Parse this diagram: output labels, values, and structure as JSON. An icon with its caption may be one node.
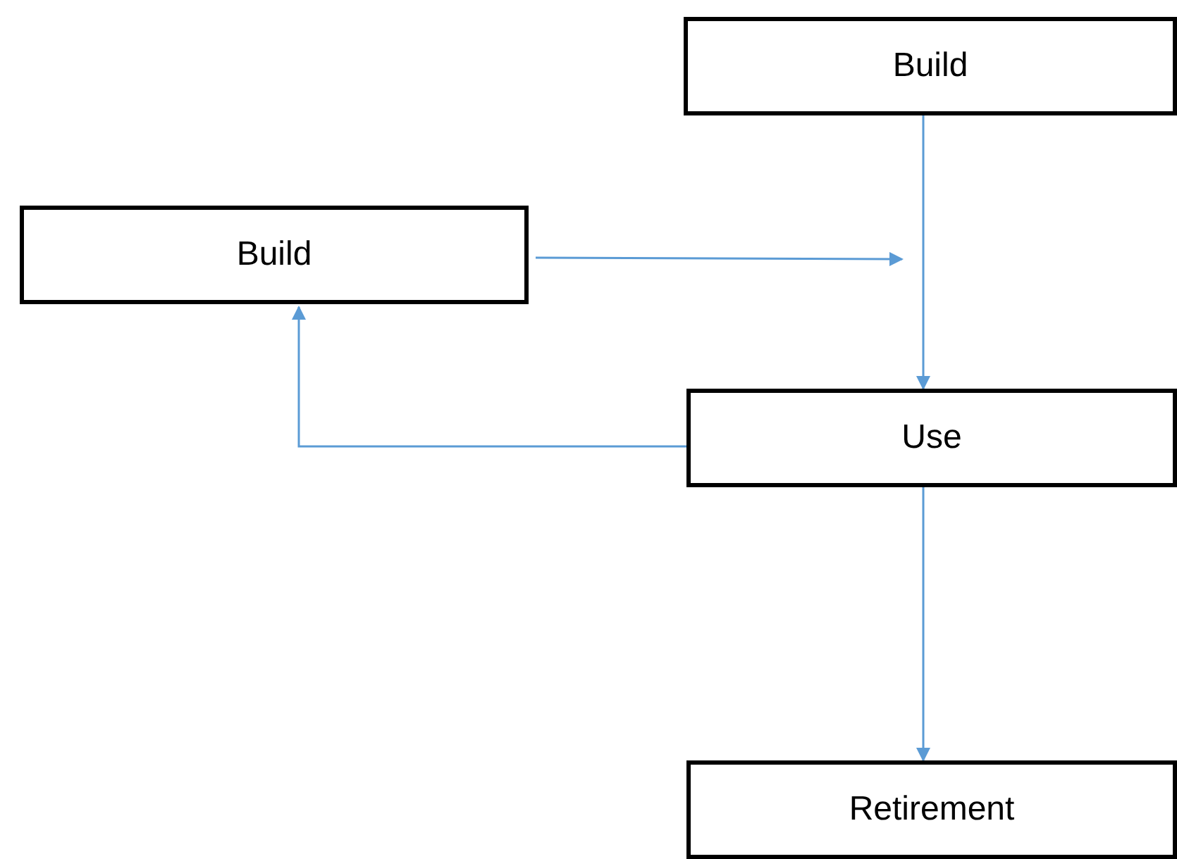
{
  "diagram": {
    "nodes": [
      {
        "text": [
          "Build"
        ]
      },
      {
        "text": [
          "Build"
        ]
      },
      {
        "text": [
          "Use"
        ]
      },
      {
        "text": [
          "Retirement"
        ]
      }
    ],
    "edges": [
      {
        "from": 0,
        "to": 2,
        "arrow": "to"
      },
      {
        "from": 1,
        "to": null,
        "arrow": "to"
      },
      {
        "from": 2,
        "to": 1,
        "arrow": "to"
      },
      {
        "from": 2,
        "to": 3,
        "arrow": "to"
      }
    ]
  }
}
